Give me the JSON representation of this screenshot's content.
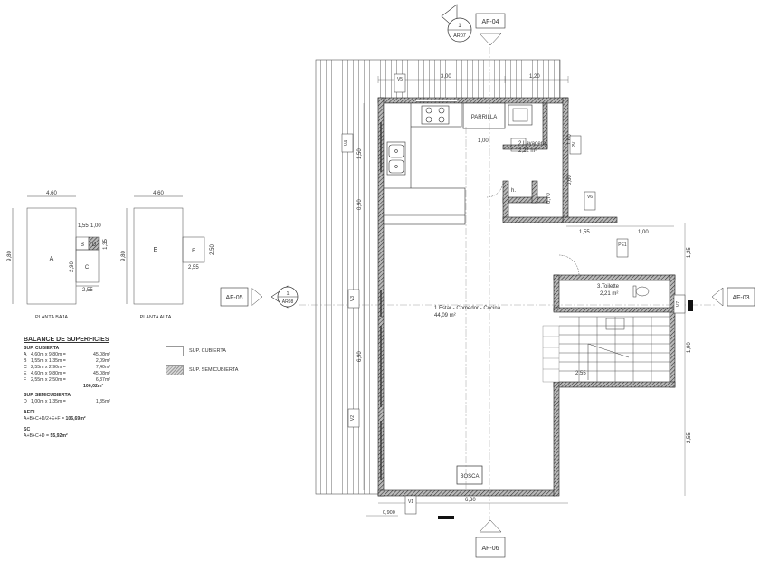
{
  "callouts": {
    "af04": "AF-04",
    "af05": "AF-05",
    "af03": "AF-03",
    "af06": "AF-06",
    "sec_num_top": "1",
    "sec_ref_top": "AR07",
    "sec_num_left": "1",
    "sec_ref_left": "AR08"
  },
  "rooms": {
    "parrilla": "PARRILLA",
    "lavadero_name": "2.Lavadero",
    "lavadero_area": "2,22 m²",
    "estar_name": "1.Estar - Comedor - Cocina",
    "estar_area": "44,09 m²",
    "toilette_name": "3.Toilette",
    "toilette_area": "2,21 m²",
    "bosca": "BOSCA",
    "h": "h."
  },
  "windows": {
    "v5": "V5",
    "v6": "V6",
    "v4": "V4",
    "v3": "V3",
    "v2": "V2",
    "v1": "V1",
    "v7": "V7",
    "pe1": "PE1",
    "pv": "PV"
  },
  "dims": {
    "top_300": "3,00",
    "top_120": "1,20",
    "d100_lav": "1,00",
    "d155": "1,55",
    "d100_r": "1,00",
    "d160_right": "1,60",
    "d060": "0,60",
    "d070": "0,70",
    "d125": "1,25",
    "d190": "1,90",
    "d255_r": "2,55",
    "d255_stair": "2,55",
    "left_150": "1,50",
    "left_090": "0,90",
    "left_690": "6,90",
    "d630": "6,30",
    "d0900": "0,900",
    "sm_left": "4,60",
    "sm_right": "4,60",
    "sm_980a": "9,80",
    "sm_980b": "9,80",
    "sm_155": "1,55",
    "sm_100": "1,00",
    "sm_135": "1,35",
    "sm_290": "2,90",
    "sm_255": "2,55",
    "sm_250": "2,50",
    "sm_255b": "2,55"
  },
  "small_plans": {
    "a": "A",
    "b": "B",
    "c": "C",
    "d": "D",
    "e": "E",
    "f": "F",
    "baja_label": "PLANTA BAJA",
    "alta_label": "PLANTA ALTA"
  },
  "balance": {
    "title": "BALANCE DE SUPERFICIES",
    "cubierta_title": "SUP. CUBIERTA",
    "rows": [
      {
        "letter": "A",
        "expr": "4,60m x 9,80m =",
        "val": "45,08m²"
      },
      {
        "letter": "B",
        "expr": "1,55m x 1,35m =",
        "val": "2,09m²"
      },
      {
        "letter": "C",
        "expr": "2,55m x 2,90m =",
        "val": "7,40m²"
      },
      {
        "letter": "E",
        "expr": "4,60m x 9,80m =",
        "val": "45,08m²"
      },
      {
        "letter": "F",
        "expr": "2,55m x 2,50m =",
        "val": "6,37m²"
      }
    ],
    "cubierta_total": "106,02m²",
    "semi_title": "SUP. SEMICUBIERTA",
    "semi_row": {
      "letter": "D",
      "expr": "1,00m x 1,35m =",
      "val": "1,35m²"
    },
    "aedi_title": "AEDI",
    "aedi_formula": "A+B+C+D/2+E+F =",
    "aedi_value": "106,69m²",
    "sc_title": "SC",
    "sc_formula": "A+B+C+D =",
    "sc_value": "55,92m²"
  },
  "legend": {
    "cubierta": "SUP. CUBIERTA",
    "semicubierta": "SUP. SEMICUBIERTA"
  }
}
